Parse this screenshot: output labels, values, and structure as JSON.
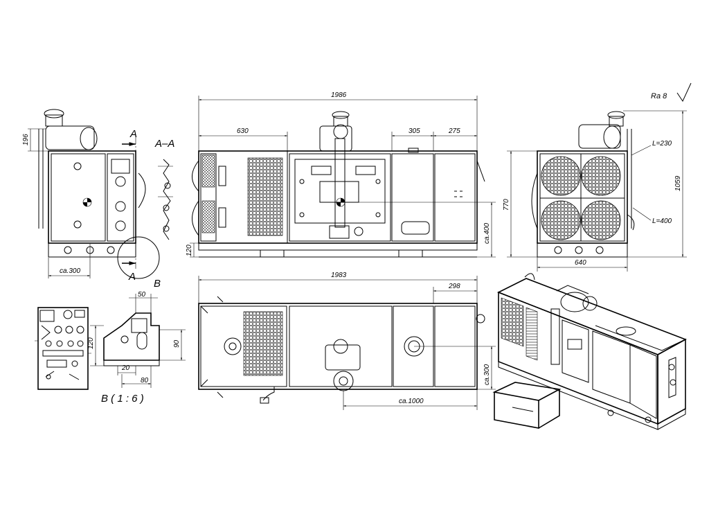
{
  "roughness": "Ra 8",
  "section_label": "A–A",
  "section_marks": [
    "A",
    "A"
  ],
  "detail_marker": "B",
  "detail_label": "B ( 1 : 6 )",
  "dimensions": {
    "left_height_top": "196",
    "left_width": "ca.300",
    "front_total": "1986",
    "front_left": "630",
    "front_305": "305",
    "front_275": "275",
    "front_base": "120",
    "front_side": "ca.400",
    "front_height": "770",
    "right_height": "1059",
    "right_width": "640",
    "right_l230": "L=230",
    "right_l400": "L=400",
    "top_total": "1983",
    "top_298": "298",
    "top_side": "ca.300",
    "top_bottom": "ca.1000",
    "det_50": "50",
    "det_120": "120",
    "det_90": "90",
    "det_20": "20",
    "det_80": "80"
  }
}
